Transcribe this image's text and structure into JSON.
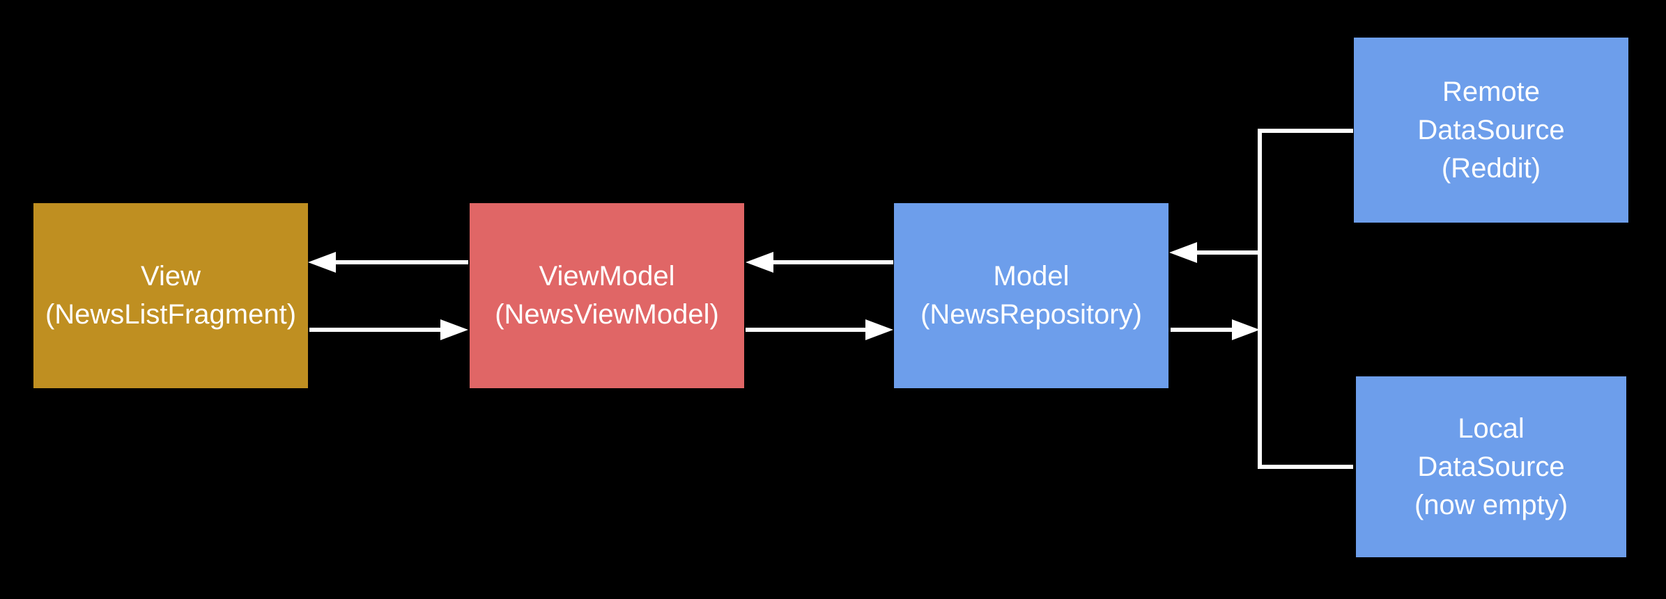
{
  "colors": {
    "background": "#000000",
    "view": "#bf8f21",
    "viewmodel": "#e06666",
    "model": "#6d9eeb",
    "arrow": "#ffffff",
    "text": "#ffffff"
  },
  "nodes": {
    "view": {
      "title": "View",
      "subtitle": "(NewsListFragment)"
    },
    "viewmodel": {
      "title": "ViewModel",
      "subtitle": "(NewsViewModel)"
    },
    "model": {
      "title": "Model",
      "subtitle": "(NewsRepository)"
    },
    "remote": {
      "title_1": "Remote",
      "title_2": "DataSource",
      "subtitle": "(Reddit)"
    },
    "local": {
      "title_1": "Local",
      "title_2": "DataSource",
      "subtitle": "(now empty)"
    }
  }
}
